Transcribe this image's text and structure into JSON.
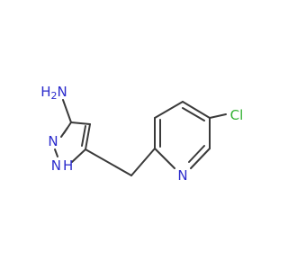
{
  "colors": {
    "bond": "#3a3a3a",
    "nitrogen": "#2b2bcc",
    "chlorine": "#33b233"
  },
  "labels": {
    "amine": "H",
    "amine_sub": "2",
    "amine_n": "N",
    "ring_n": "N",
    "nh_n": "N",
    "nh_h": "H",
    "pyridine_n": "N",
    "chloro": "Cl"
  }
}
